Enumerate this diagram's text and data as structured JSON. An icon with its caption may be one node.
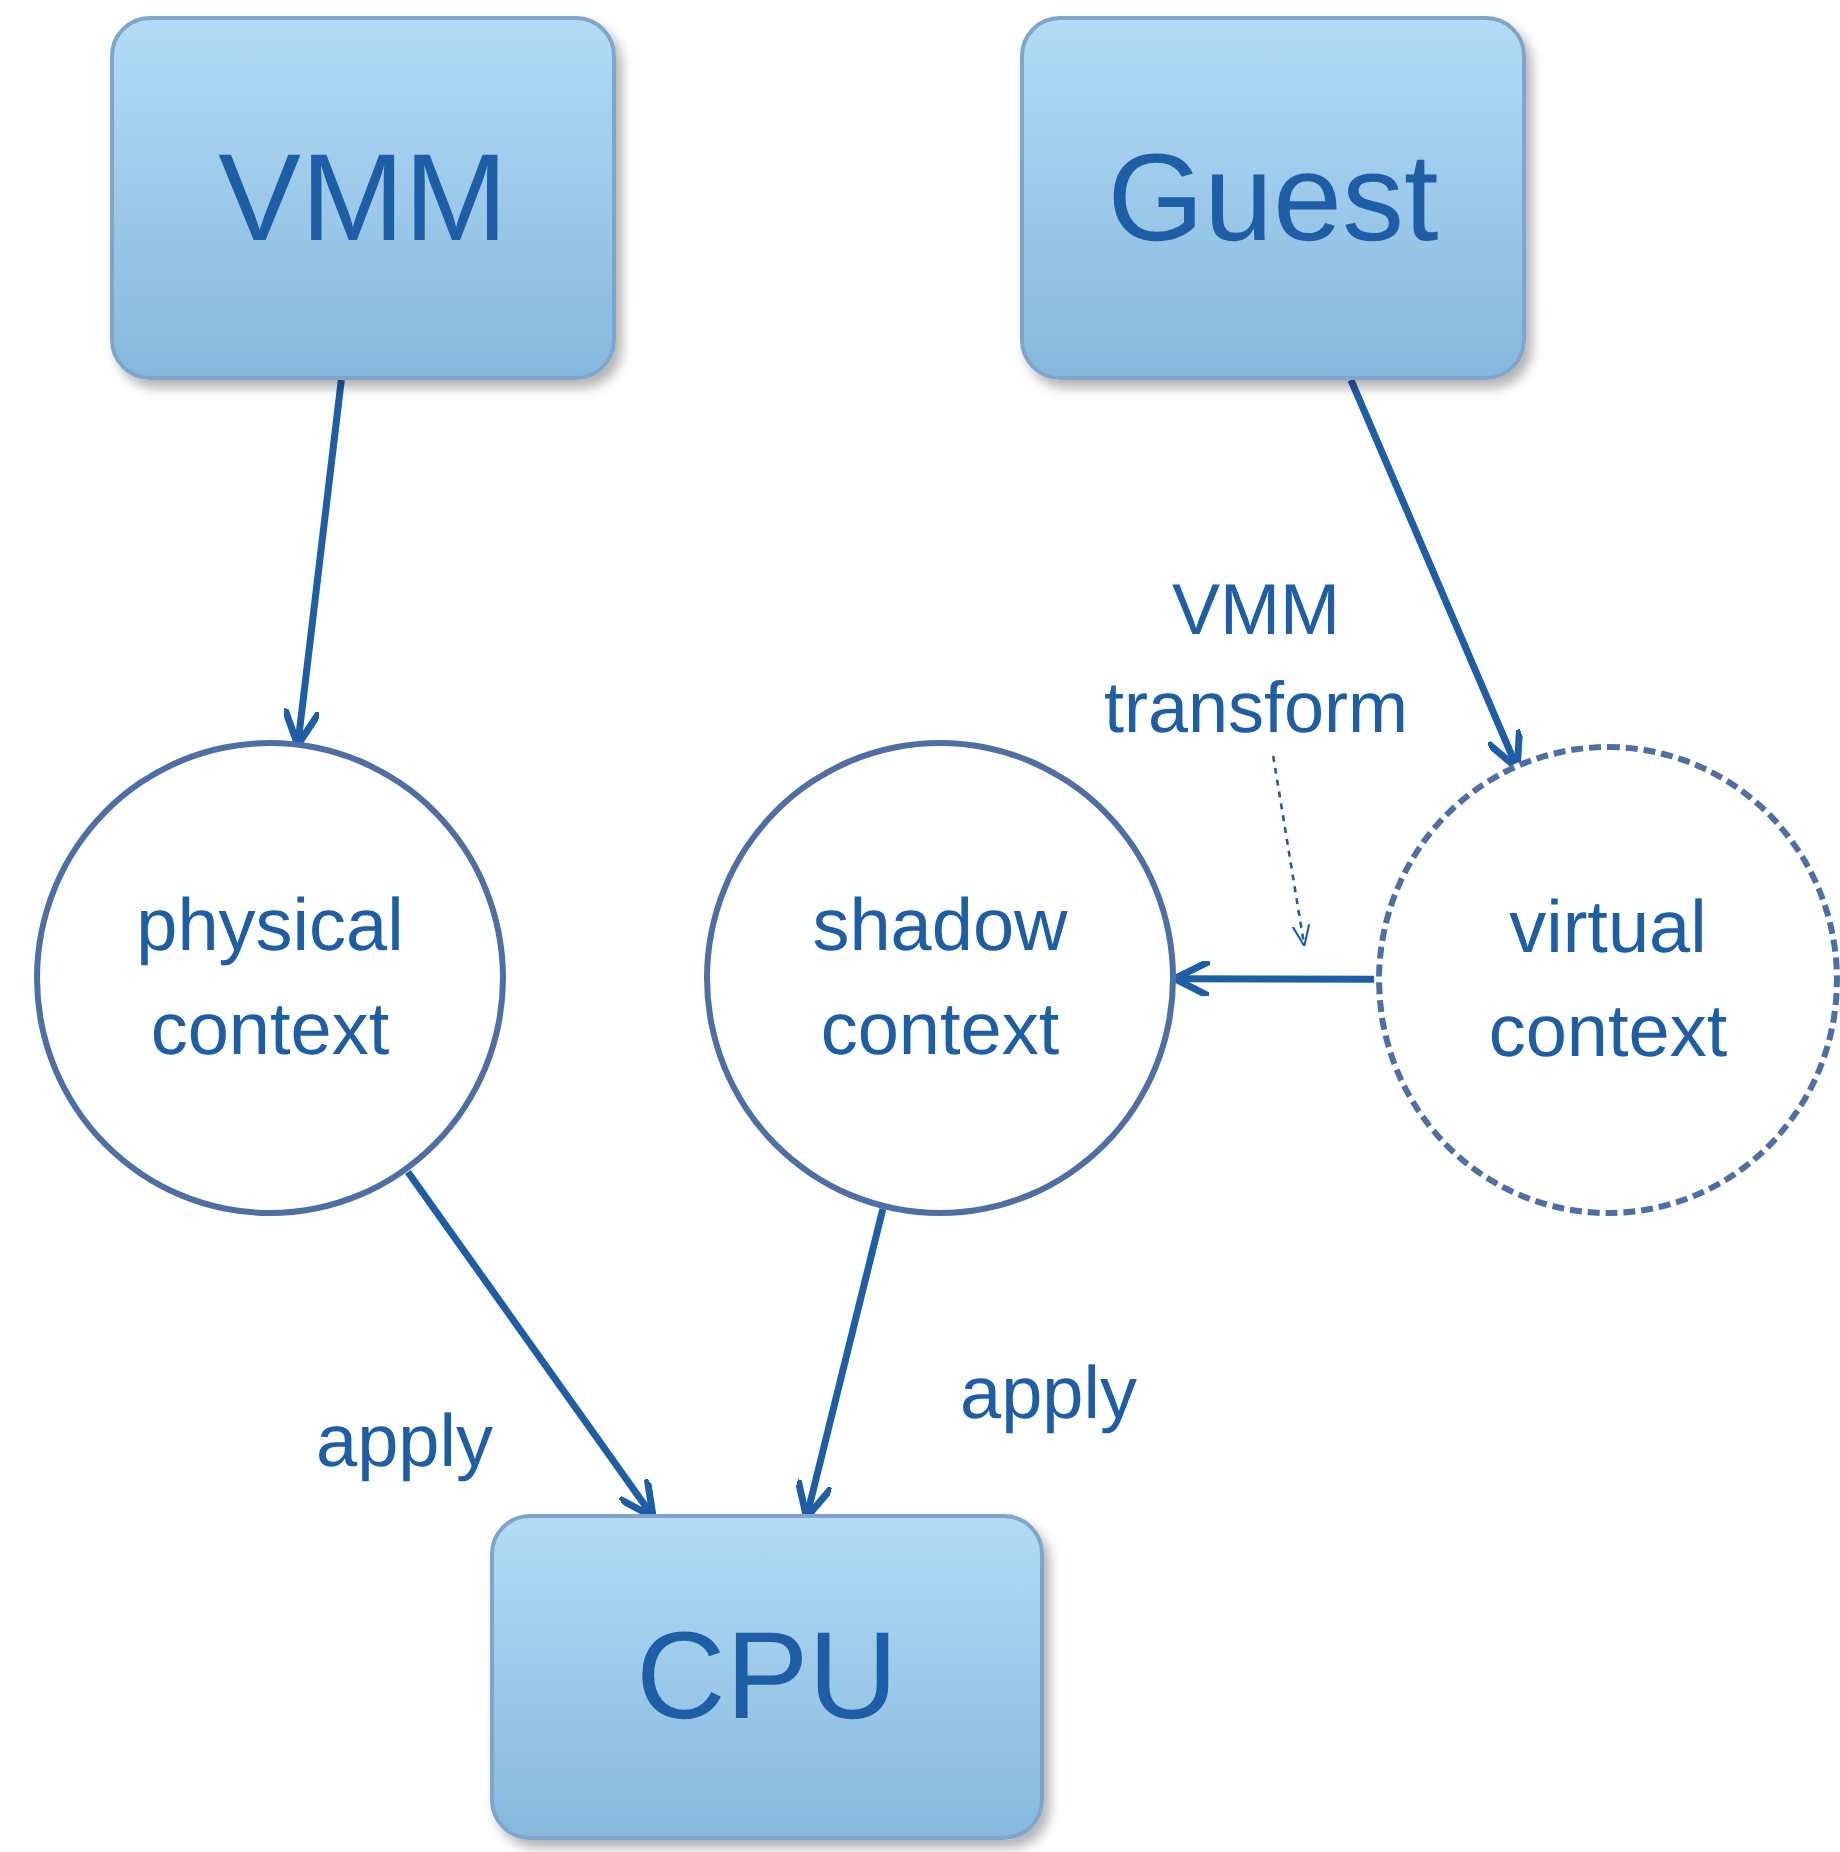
{
  "diagram": {
    "nodes": [
      {
        "text": [
          "VMM"
        ]
      },
      {
        "text": [
          "Guest"
        ]
      },
      {
        "text": [
          "physical context"
        ]
      },
      {
        "text": [
          "shadow context"
        ]
      },
      {
        "text": [
          "virtual context"
        ]
      },
      {
        "text": [
          "CPU"
        ]
      },
      {
        "text": [
          "VMM transform"
        ]
      }
    ],
    "edges": [
      {
        "from": 0,
        "to": 2,
        "arrow": "to"
      },
      {
        "from": 1,
        "to": 4,
        "arrow": "to"
      },
      {
        "from": 4,
        "to": 3,
        "arrow": "to"
      },
      {
        "from": 2,
        "to": 5,
        "arrow": "to"
      },
      {
        "from": 3,
        "to": 5,
        "arrow": "to"
      },
      {
        "from": 6,
        "to": null,
        "arrow": "to",
        "style": "dashed"
      }
    ],
    "labels": [
      "apply",
      "apply"
    ]
  }
}
